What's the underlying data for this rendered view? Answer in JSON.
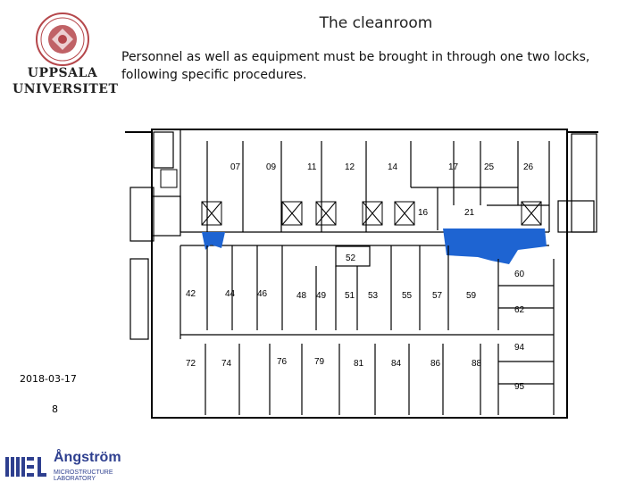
{
  "slide": {
    "title": "The cleanroom",
    "body": "Personnel as well as equipment must be brought in through one two locks, following specific procedures.",
    "date": "2018-03-17",
    "page_number": "8"
  },
  "logos": {
    "university_line1": "UPPSALA",
    "university_line2": "UNIVERSITET",
    "lab_name": "Ångström",
    "lab_subtitle": "MICROSTRUCTURE LABORATORY"
  },
  "floorplan": {
    "highlight_color": "#1e64d2",
    "top_rooms": [
      "07",
      "09",
      "11",
      "12",
      "14",
      "17",
      "25",
      "26"
    ],
    "inner_rooms": [
      "16",
      "21"
    ],
    "corridor_room": "52",
    "middle_rooms": [
      "42",
      "44",
      "46",
      "48",
      "49",
      "51",
      "53",
      "55",
      "57",
      "59"
    ],
    "right_rooms": [
      "60",
      "62",
      "94",
      "95"
    ],
    "bottom_rooms": [
      "72",
      "74",
      "76",
      "79",
      "81",
      "84",
      "86",
      "88"
    ]
  }
}
